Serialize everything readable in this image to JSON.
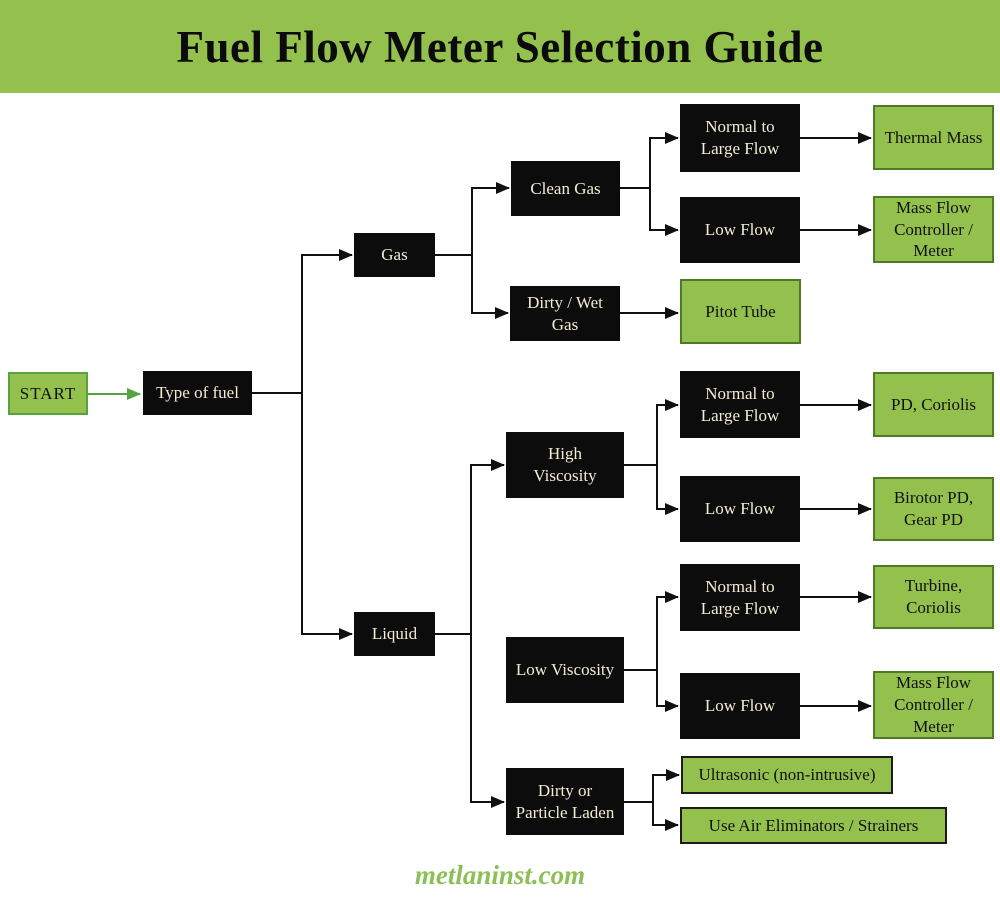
{
  "header": {
    "title": "Fuel Flow Meter Selection Guide"
  },
  "footer": {
    "website": "metlaninst.com"
  },
  "colors": {
    "green_fill": "#94c14d",
    "green_border": "#4d7a27",
    "start_border": "#57a43c",
    "start_arrow": "#57a43c",
    "black_box": "#0c0c0c",
    "black_box_text": "#f2ecd4",
    "line": "#101010",
    "footer_text": "#8cbf55"
  },
  "nodes": {
    "start": {
      "label": "START"
    },
    "type_of_fuel": {
      "label": "Type of fuel"
    },
    "gas": {
      "label": "Gas"
    },
    "clean_gas": {
      "label": "Clean Gas"
    },
    "gas_normal_large": {
      "label": "Normal to\nLarge Flow"
    },
    "thermal_mass": {
      "label": "Thermal Mass"
    },
    "gas_low_flow": {
      "label": "Low Flow"
    },
    "mass_flow_controller_1": {
      "label": "Mass Flow\nController /\nMeter"
    },
    "dirty_wet_gas": {
      "label": "Dirty / Wet\nGas"
    },
    "pitot_tube": {
      "label": "Pitot Tube"
    },
    "liquid": {
      "label": "Liquid"
    },
    "high_viscosity": {
      "label": "High\nViscosity"
    },
    "hv_normal_large": {
      "label": "Normal to\nLarge Flow"
    },
    "pd_coriolis": {
      "label": "PD, Coriolis"
    },
    "hv_low_flow": {
      "label": "Low Flow"
    },
    "birotor_pd": {
      "label": "Birotor PD,\nGear PD"
    },
    "low_viscosity": {
      "label": "Low Viscosity"
    },
    "lv_normal_large": {
      "label": "Normal to\nLarge Flow"
    },
    "turbine_coriolis": {
      "label": "Turbine,\nCoriolis"
    },
    "lv_low_flow": {
      "label": "Low Flow"
    },
    "mass_flow_controller_2": {
      "label": "Mass Flow\nController /\nMeter"
    },
    "dirty_particle_laden": {
      "label": "Dirty or\nParticle Laden"
    },
    "ultrasonic": {
      "label": "Ultrasonic (non-intrusive)"
    },
    "air_eliminators": {
      "label": "Use Air Eliminators / Strainers"
    }
  }
}
